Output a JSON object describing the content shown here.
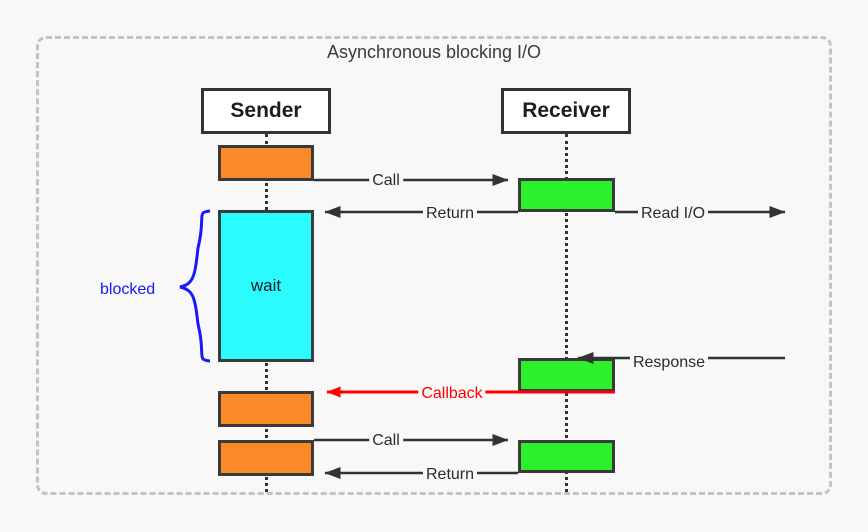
{
  "diagram": {
    "title": "Asynchronous blocking I/O",
    "participants": [
      {
        "id": "sender",
        "label": "Sender"
      },
      {
        "id": "receiver",
        "label": "Receiver"
      }
    ],
    "annotations": [
      {
        "id": "blocked",
        "label": "blocked",
        "color": "#1818f8"
      },
      {
        "id": "wait",
        "label": "wait"
      }
    ],
    "messages": [
      {
        "id": "call-1",
        "label": "Call",
        "from": "sender",
        "to": "receiver",
        "direction": "right",
        "color": "#333333"
      },
      {
        "id": "return-1",
        "label": "Return",
        "from": "receiver",
        "to": "sender",
        "direction": "left",
        "color": "#333333"
      },
      {
        "id": "read-io",
        "label": "Read I/O",
        "from": "receiver",
        "to": "external",
        "direction": "right",
        "color": "#333333"
      },
      {
        "id": "response",
        "label": "Response",
        "from": "external",
        "to": "receiver",
        "direction": "left",
        "color": "#333333"
      },
      {
        "id": "callback",
        "label": "Callback",
        "from": "receiver",
        "to": "sender",
        "direction": "left",
        "color": "#ff0000"
      },
      {
        "id": "call-2",
        "label": "Call",
        "from": "sender",
        "to": "receiver",
        "direction": "right",
        "color": "#333333"
      },
      {
        "id": "return-2",
        "label": "Return",
        "from": "receiver",
        "to": "sender",
        "direction": "left",
        "color": "#333333"
      }
    ],
    "colors": {
      "background": "#f8f8f8",
      "frame": "#c4c4c4",
      "stroke": "#333333",
      "sender_active": "#fa8a28",
      "receiver_active": "#2bf02b",
      "blocked_fill": "#2bfbff",
      "callback": "#ff0000",
      "blocked_text": "#1818f8"
    }
  }
}
